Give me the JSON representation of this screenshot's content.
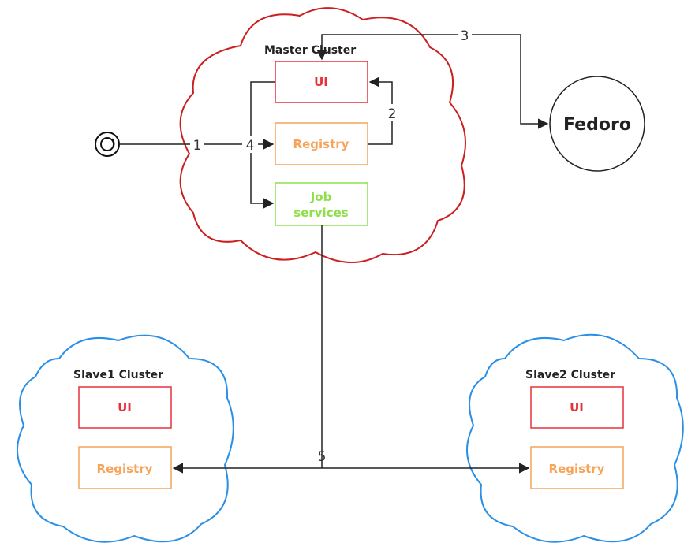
{
  "clusters": {
    "master": {
      "title": "Master  Cluster",
      "color": "#cc1f1f",
      "ui": "UI",
      "registry": "Registry",
      "job_line1": "Job",
      "job_line2": "services"
    },
    "slave1": {
      "title": "Slave1  Cluster",
      "color": "#2a8fe6",
      "ui": "UI",
      "registry": "Registry"
    },
    "slave2": {
      "title": "Slave2  Cluster",
      "color": "#2a8fe6",
      "ui": "UI",
      "registry": "Registry"
    }
  },
  "external": {
    "fedoro": "Fedoro"
  },
  "edges": {
    "e1": "1",
    "e2": "2",
    "e3": "3",
    "e4": "4",
    "e5": "5"
  },
  "colors": {
    "ui": "#e8303a",
    "registry": "#f5a45a",
    "job": "#8ee04a",
    "line": "#222222"
  }
}
